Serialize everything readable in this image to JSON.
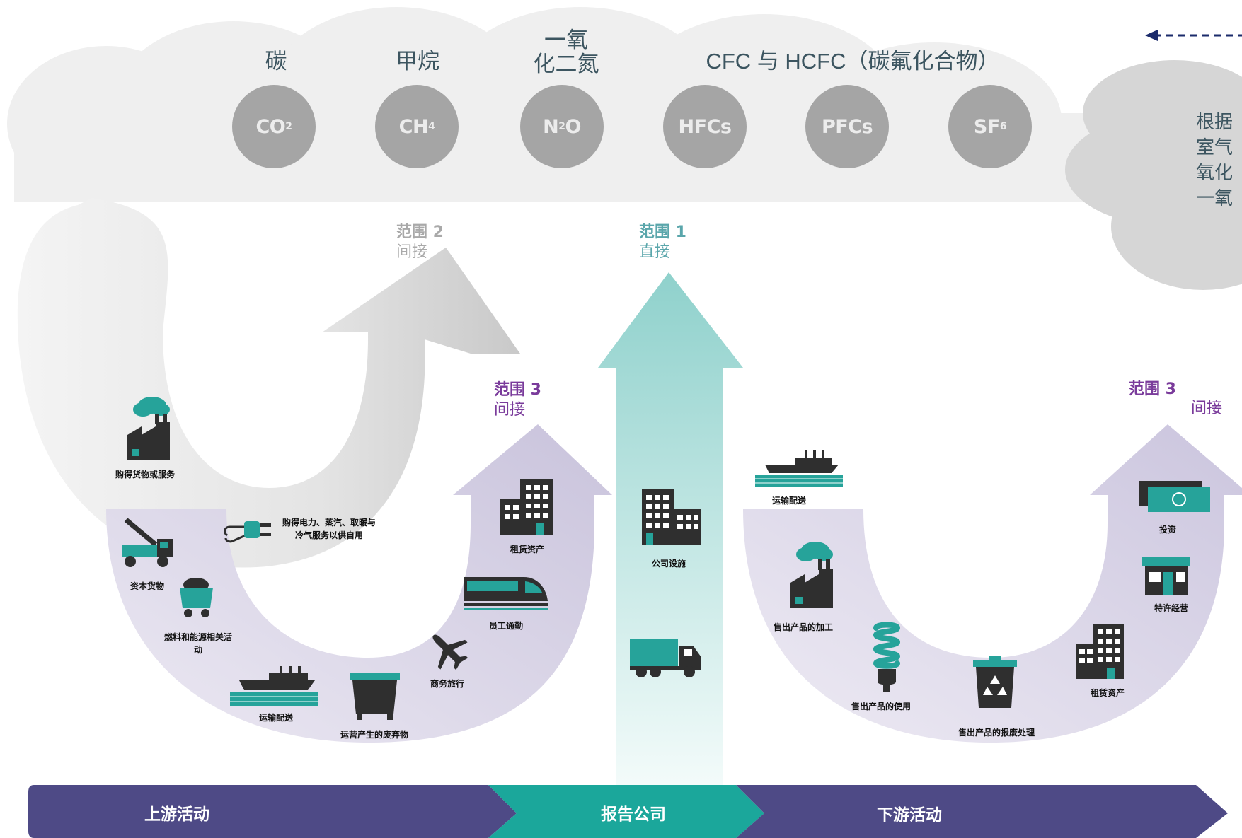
{
  "gas_labels": {
    "carbon": "碳",
    "methane": "甲烷",
    "nitrous_oxide": "一氧\n化二氮",
    "fluoro": "CFC 与 HCFC（碳氟化合物）"
  },
  "gases": [
    {
      "base": "CO",
      "sub": "2"
    },
    {
      "base": "CH",
      "sub": "4"
    },
    {
      "base": "N",
      "sub": "2",
      "tail": "O"
    },
    {
      "base": "HFCs",
      "sub": ""
    },
    {
      "base": "PFCs",
      "sub": ""
    },
    {
      "base": "SF",
      "sub": "6"
    }
  ],
  "scopes": {
    "scope2": {
      "title": "范围 2",
      "sub": "间接"
    },
    "scope1": {
      "title": "范围 1",
      "sub": "直接"
    },
    "scope3_up": {
      "title": "范围 3",
      "sub": "间接"
    },
    "scope3_down": {
      "title": "范围 3",
      "sub": "间接"
    }
  },
  "upstream": {
    "purchased_goods": "购得货物或服务",
    "capital_goods": "资本货物",
    "fuel_energy": "燃料和能源相关活动",
    "transport": "运输配送",
    "waste": "运营产生的废弃物",
    "business_travel": "商务旅行",
    "commuting": "员工通勤",
    "leased_assets": "租赁资产",
    "electricity": "购得电力、蒸汽、取暖与冷气服务以供自用"
  },
  "company": {
    "facilities": "公司设施"
  },
  "downstream": {
    "transport": "运输配送",
    "processing": "售出产品的加工",
    "use": "售出产品的使用",
    "end_of_life": "售出产品的报废处理",
    "leased_assets": "租赁资产",
    "franchises": "特许经营",
    "investments": "投资"
  },
  "bands": {
    "upstream": "上游活动",
    "reporting": "报告公司",
    "downstream": "下游活动"
  },
  "side_note": {
    "lines": [
      "根据",
      "室气",
      "氧化",
      "一氧"
    ]
  },
  "colors": {
    "cloud": "#ededed",
    "gas_bubble": "#a5a5a5",
    "scope1": "#5aa6ab",
    "scope2": "#a9a9a9",
    "scope3": "#7a3b9b",
    "teal": "#26a39a",
    "dark_icon": "#2f2f2f",
    "band_purple": "#4e4a86",
    "band_teal": "#1ba79b",
    "lavender": "#cfcbe0"
  },
  "icons": [
    "factory-cloud-icon",
    "crane-truck-icon",
    "coal-cart-icon",
    "ship-icon",
    "dumpster-icon",
    "airplane-icon",
    "train-icon",
    "building-icon",
    "plug-icon",
    "delivery-truck-icon",
    "lightbulb-icon",
    "recycle-bin-icon",
    "store-icon",
    "money-icon"
  ]
}
